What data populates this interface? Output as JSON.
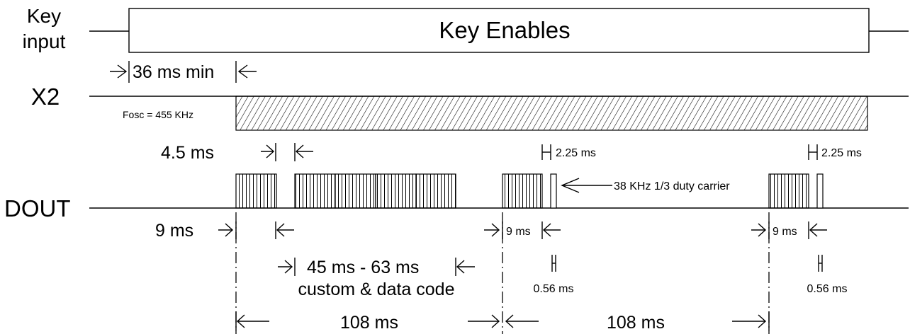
{
  "signals": {
    "key_input_line1": "Key",
    "key_input_line2": "input",
    "key_enables": "Key  Enables",
    "x2": "X2",
    "fosc": "Fosc = 455 KHz",
    "dout": "DOUT"
  },
  "timing": {
    "t36": "36 ms min",
    "t4_5": "4.5 ms",
    "t2_25_a": "2.25 ms",
    "t2_25_b": "2.25 ms",
    "carrier": "38 KHz  1/3 duty carrier",
    "t9_a": "9 ms",
    "t9_b": "9 ms",
    "t9_c": "9 ms",
    "t45_63": "45 ms - 63 ms",
    "code": "custom & data code",
    "t056_a": "0.56 ms",
    "t056_b": "0.56 ms",
    "t108_a": "108 ms",
    "t108_b": "108 ms"
  }
}
